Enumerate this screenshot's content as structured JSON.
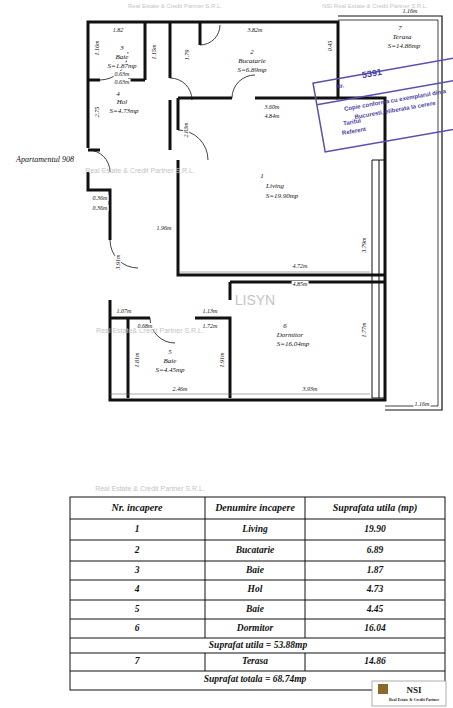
{
  "diagram": {
    "labels": [
      "Apartamentul 908",
      "3",
      "Baie",
      "S=1.87mp",
      "1.82",
      "1.16m",
      "0.63m",
      "0.63m",
      "1.15m",
      "2",
      "Bucatarie",
      "S=6.89mp",
      "3.82m",
      "1.79",
      "0.45",
      "7",
      "Terasa",
      "S=14.86mp",
      "1.16m",
      "4",
      "Hol",
      "S=4.73mp",
      "2.75",
      "3.60m",
      "4.84m",
      "2.83m",
      "1",
      "Living",
      "S=19.90mp",
      "0.36m",
      "0.36m",
      "1.96m",
      "3.91m",
      "4.72m",
      "4.85m",
      "3.79m",
      "1.07m",
      "0.68m",
      "1.13m",
      "1.72m",
      "6",
      "Dormitor",
      "S=16.04mp",
      "1.77m",
      "5",
      "Baie",
      "S=4.45mp",
      "1.81m",
      "1.91m",
      "2.46m",
      "3.93m",
      "1.16m",
      "Nr.",
      "Copie conforma cu exemplarul din a",
      "Bucuresti, eliberata la cerere",
      "Tariful",
      "Referent",
      "5391",
      "NSI Real Estate & Credit Partner S.R.L.",
      "Real Estate & Credit Partner S.R.L.",
      "Real Estate & Credit Partner S.R.L.",
      "Real Estate& Credit Partner S.R.L.",
      "LISYN",
      "Real Estate & Credit Partner S.R.L.",
      "Nr. incapere",
      "Denumire incapere",
      "Suprafata utila (mp)",
      "1",
      "Living",
      "19.90",
      "2",
      "Bucatarie",
      "6.89",
      "3",
      "Baie",
      "1.87",
      "4",
      "Hol",
      "4.73",
      "5",
      "Baie",
      "4.45",
      "6",
      "Dormitor",
      "16.04",
      "Suprafat utila = 53.88mp",
      "7",
      "Terasa",
      "14.86",
      "Suprafat totala = 68.74mp",
      "NSI",
      "Real Estate & Credit Partner"
    ]
  }
}
